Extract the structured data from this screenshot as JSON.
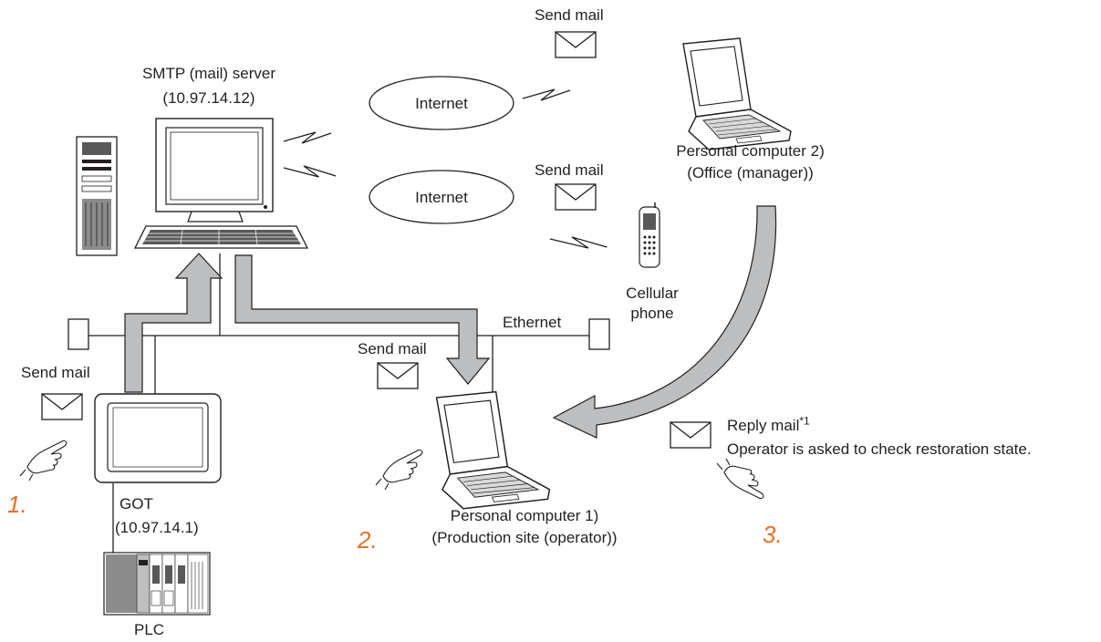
{
  "colors": {
    "ink": "#231f20",
    "flow_arrow_fill": "#bcbec0",
    "step_number": "#e8702a",
    "envelope_stroke": "#231f20"
  },
  "labels": {
    "send_mail_top": "Send mail",
    "send_mail_mid": "Send mail",
    "send_mail_center": "Send mail",
    "send_mail_left": "Send mail",
    "smtp_server": "SMTP (mail) server",
    "smtp_address": "(10.97.14.12)",
    "internet_1": "Internet",
    "internet_2": "Internet",
    "pc2_line1": "Personal computer 2)",
    "pc2_line2": "(Office (manager))",
    "cellular_line1": "Cellular",
    "cellular_line2": "phone",
    "ethernet": "Ethernet",
    "reply_mail": "Reply mail",
    "reply_mail_note": "*1",
    "reply_message": "Operator is asked to check restoration state.",
    "got": "GOT",
    "got_address": "(10.97.14.1)",
    "pc1_line1": "Personal computer 1)",
    "pc1_line2": "(Production site (operator))",
    "plc": "PLC"
  },
  "steps": {
    "step1": "1.",
    "step2": "2.",
    "step3": "3."
  },
  "icons": [
    "envelope-icon",
    "server-tower-icon",
    "crt-monitor-icon",
    "keyboard-icon",
    "laptop-icon",
    "cellular-phone-icon",
    "got-panel-icon",
    "plc-rack-icon",
    "pointing-hand-icon",
    "lightning-link-icon",
    "terminator-icon"
  ]
}
